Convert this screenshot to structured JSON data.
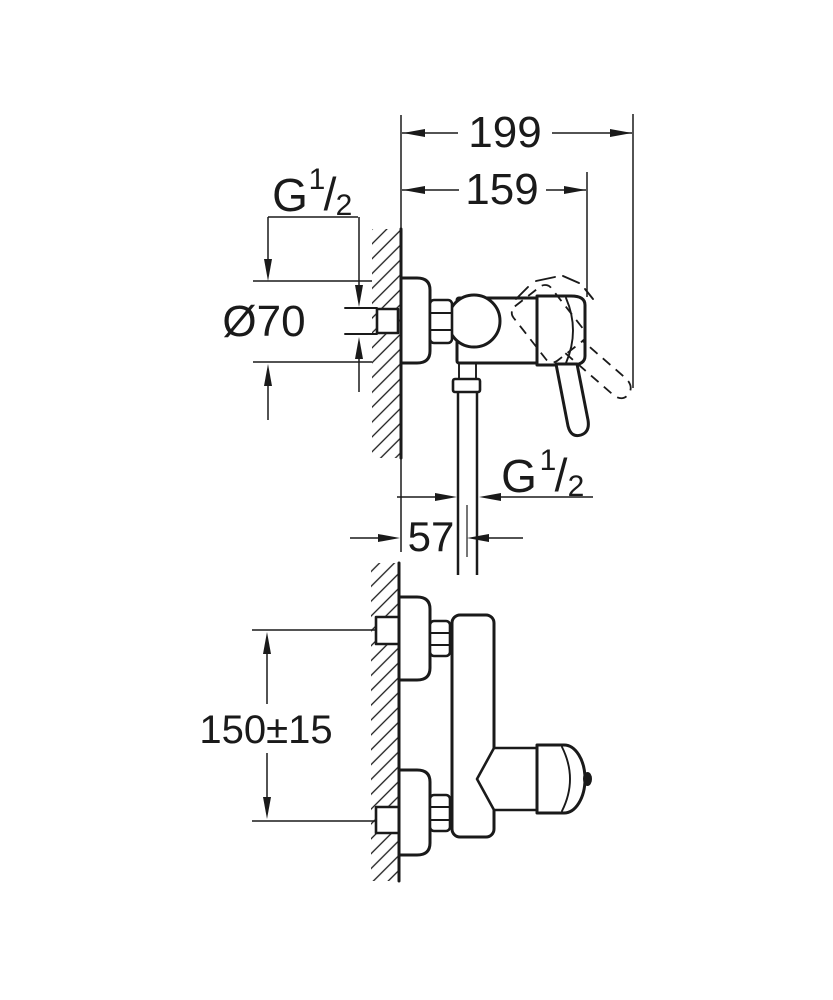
{
  "drawing": {
    "background": "#ffffff",
    "line_color": "#1a1a1a",
    "views": [
      "side-view-top",
      "profile-view-bottom"
    ]
  },
  "dimensions": {
    "overall_depth": "199",
    "depth_to_handle": "159",
    "escutcheon_diameter": "Ø70",
    "wall_to_outlet_axis": "57",
    "connection_spacing": "150±15"
  },
  "threads": {
    "supply": {
      "main": "G",
      "sup": "1",
      "slash": "/",
      "sub": "2"
    },
    "outlet": {
      "main": "G",
      "sup": "1",
      "slash": "/",
      "sub": "2"
    }
  }
}
